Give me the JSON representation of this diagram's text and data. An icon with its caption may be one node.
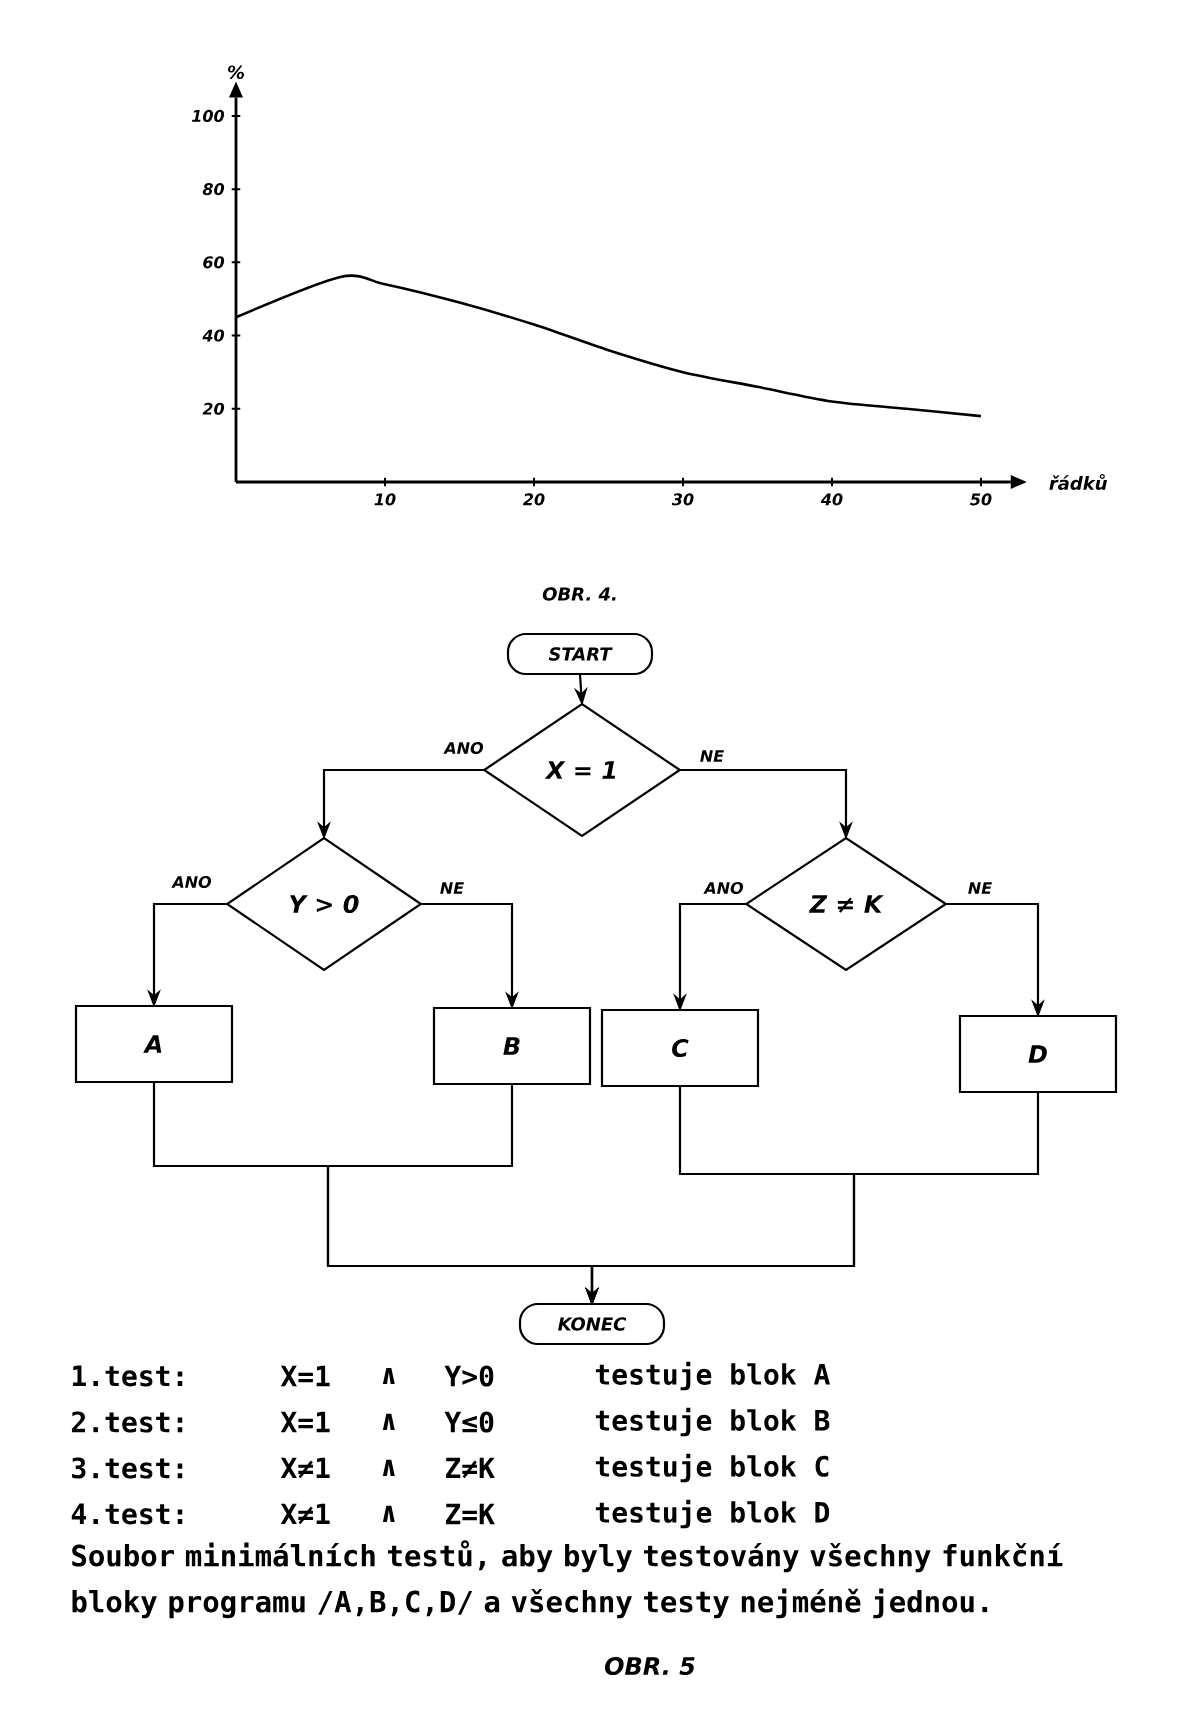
{
  "diagram": {
    "nodes": [
      {
        "text": [
          "START"
        ]
      },
      {
        "text": [
          "X = 1"
        ]
      },
      {
        "text": [
          "Y > 0"
        ]
      },
      {
        "text": [
          "Z ≠ K"
        ]
      },
      {
        "text": [
          "A"
        ]
      },
      {
        "text": [
          "B"
        ]
      },
      {
        "text": [
          "C"
        ]
      },
      {
        "text": [
          "D"
        ]
      },
      {
        "text": [
          "KONEC"
        ]
      }
    ],
    "edges": [
      {
        "from": 0,
        "to": 1,
        "arrow": "to"
      },
      {
        "from": 1,
        "to": 2,
        "arrow": "to",
        "label": "ANO"
      },
      {
        "from": 1,
        "to": 3,
        "arrow": "to",
        "label": "NE"
      },
      {
        "from": 2,
        "to": 4,
        "arrow": "to",
        "label": "ANO"
      },
      {
        "from": 2,
        "to": 5,
        "arrow": "to",
        "label": "NE"
      },
      {
        "from": 3,
        "to": 6,
        "arrow": "to",
        "label": "ANO"
      },
      {
        "from": 3,
        "to": 7,
        "arrow": "to",
        "label": "NE"
      },
      {
        "from": 4,
        "to": 8,
        "arrow": "to"
      },
      {
        "from": 5,
        "to": 8,
        "arrow": "to"
      },
      {
        "from": 6,
        "to": 8,
        "arrow": "to"
      },
      {
        "from": 7,
        "to": 8,
        "arrow": "to"
      }
    ],
    "labels": [
      "OBR. 4.",
      "1.test:",
      "X=1",
      "∧",
      "Y>0",
      "testuje blok A",
      "2.test:",
      "X=1",
      "∧",
      "Y≤0",
      "testuje blok B",
      "3.test:",
      "X≠1",
      "∧",
      "Z≠K",
      "testuje blok C",
      "4.test:",
      "X≠1",
      "∧",
      "Z=K",
      "testuje blok D",
      "Soubor minimálních testů, aby byly testovány všechny funkční bloky programu /A,B,C,D/ a všechny testy nejméně jednou.",
      "OBR. 5"
    ],
    "chart_data": {
      "type": "line",
      "xlabel": "řádků",
      "ylabel": "%",
      "xlim": [
        0,
        52
      ],
      "ylim": [
        0,
        105
      ],
      "xticks": [
        10,
        20,
        30,
        40,
        50
      ],
      "yticks": [
        20,
        40,
        60,
        80,
        100
      ],
      "x": [
        0,
        7,
        10,
        15,
        20,
        25,
        30,
        35,
        40,
        45,
        50
      ],
      "series": [
        {
          "values": [
            45,
            56,
            54,
            49,
            43,
            36,
            30,
            26,
            22,
            20,
            18
          ]
        }
      ]
    }
  }
}
